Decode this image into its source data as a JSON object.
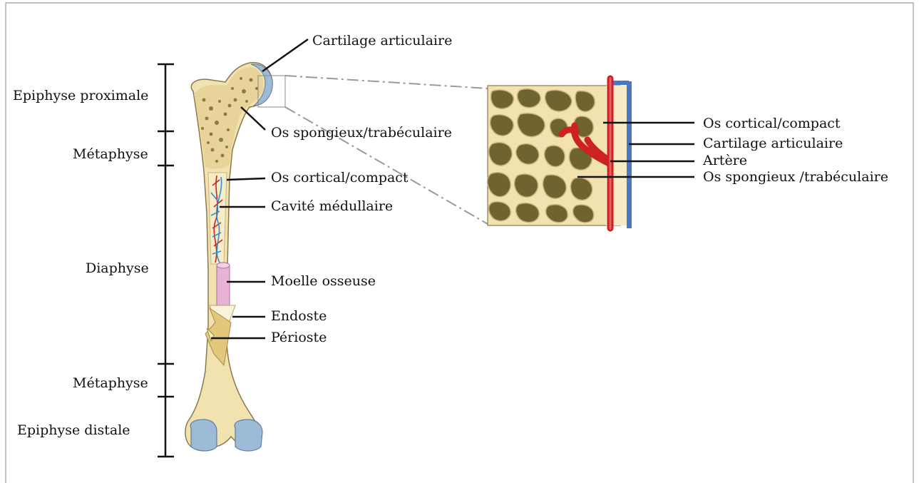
{
  "colors": {
    "bone": "#f2e2b0",
    "bone_outline": "#8a7a4a",
    "spongy_hole": "#8a7d3e",
    "cartilage": "#9dbbd6",
    "artery": "#cc2222",
    "vein": "#2f8fcf",
    "marrow": "#e9b3d6",
    "periosteum_blue": "#4a78c4",
    "line": "#111111",
    "dashed": "#9a9a9a"
  },
  "regions": {
    "epiphyse_proximale": "Epiphyse proximale",
    "metaphyse_haut": "Métaphyse",
    "diaphyse": "Diaphyse",
    "metaphyse_bas": "Métaphyse",
    "epiphyse_distale": "Epiphyse distale"
  },
  "bone_labels": {
    "cartilage": "Cartilage articulaire",
    "os_spongieux": "Os spongieux/trabéculaire",
    "os_cortical": "Os cortical/compact",
    "cavite": "Cavité médullaire",
    "moelle": "Moelle osseuse",
    "endoste": "Endoste",
    "perioste": "Périoste"
  },
  "zoom_labels": {
    "os_cortical": "Os cortical/compact",
    "cartilage": "Cartilage articulaire",
    "artere": "Artère",
    "os_spongieux": "Os spongieux /trabéculaire"
  }
}
